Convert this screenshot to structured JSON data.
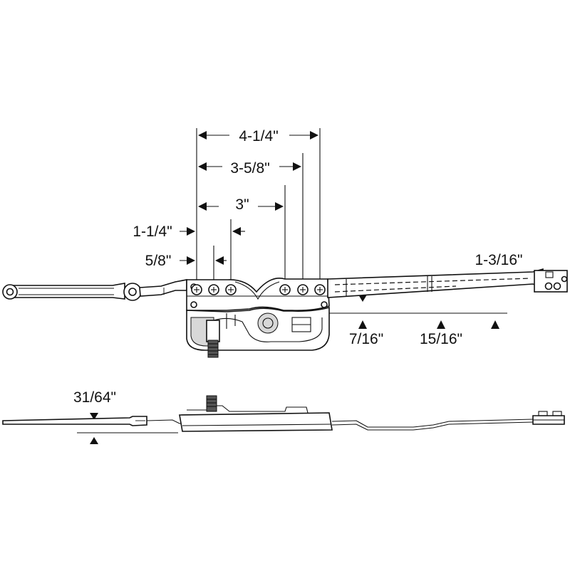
{
  "dimensions": {
    "d_4_1_4": "4-1/4\"",
    "d_3_5_8": "3-5/8\"",
    "d_3": "3\"",
    "d_1_1_4": "1-1/4\"",
    "d_5_8": "5/8\"",
    "d_1_3_16": "1-3/16\"",
    "d_7_16": "7/16\"",
    "d_15_16": "15/16\"",
    "d_31_64": "31/64\""
  }
}
